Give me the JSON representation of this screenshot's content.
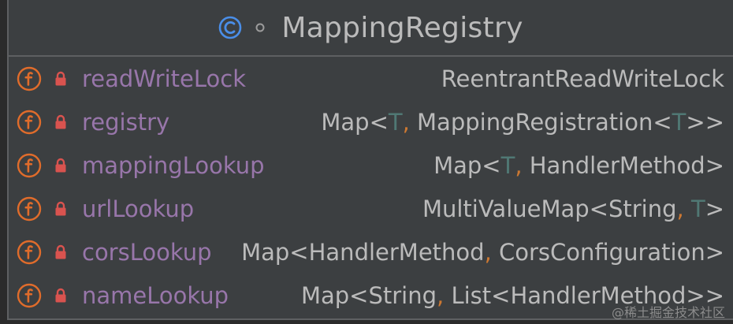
{
  "class_box": {
    "title": "MappingRegistry",
    "class_icon": "class-c-icon",
    "visibility_icon": "package-private-dot-icon"
  },
  "fields": [
    {
      "name": "readWriteLock",
      "icon": "field-f-icon",
      "access_icon": "private-lock-icon",
      "type_text": "ReentrantReadWriteLock",
      "type_tokens": [
        {
          "t": "ReentrantReadWriteLock",
          "k": "n"
        }
      ]
    },
    {
      "name": "registry",
      "icon": "field-f-icon",
      "access_icon": "private-lock-icon",
      "type_text": "Map<T, MappingRegistration<T>>",
      "type_tokens": [
        {
          "t": "Map<",
          "k": "n"
        },
        {
          "t": "T",
          "k": "tp"
        },
        {
          "t": ",",
          "k": "cm"
        },
        {
          "t": " MappingRegistration<",
          "k": "n"
        },
        {
          "t": "T",
          "k": "tp"
        },
        {
          "t": ">>",
          "k": "n"
        }
      ]
    },
    {
      "name": "mappingLookup",
      "icon": "field-f-icon",
      "access_icon": "private-lock-icon",
      "type_text": "Map<T, HandlerMethod>",
      "type_tokens": [
        {
          "t": "Map<",
          "k": "n"
        },
        {
          "t": "T",
          "k": "tp"
        },
        {
          "t": ",",
          "k": "cm"
        },
        {
          "t": " HandlerMethod>",
          "k": "n"
        }
      ]
    },
    {
      "name": "urlLookup",
      "icon": "field-f-icon",
      "access_icon": "private-lock-icon",
      "type_text": "MultiValueMap<String, T>",
      "type_tokens": [
        {
          "t": "MultiValueMap<String",
          "k": "n"
        },
        {
          "t": ",",
          "k": "cm"
        },
        {
          "t": " ",
          "k": "n"
        },
        {
          "t": "T",
          "k": "tp"
        },
        {
          "t": ">",
          "k": "n"
        }
      ]
    },
    {
      "name": "corsLookup",
      "icon": "field-f-icon",
      "access_icon": "private-lock-icon",
      "type_text": "Map<HandlerMethod, CorsConfiguration>",
      "type_tokens": [
        {
          "t": "Map<HandlerMethod",
          "k": "n"
        },
        {
          "t": ",",
          "k": "cm"
        },
        {
          "t": " CorsConfiguration>",
          "k": "n"
        }
      ]
    },
    {
      "name": "nameLookup",
      "icon": "field-f-icon",
      "access_icon": "private-lock-icon",
      "type_text": "Map<String, List<HandlerMethod>>",
      "type_tokens": [
        {
          "t": "Map<String",
          "k": "n"
        },
        {
          "t": ",",
          "k": "cm"
        },
        {
          "t": " List<HandlerMethod>>",
          "k": "n"
        }
      ]
    }
  ],
  "watermark": "@稀土掘金技术社区",
  "colors": {
    "background": "#3c3f41",
    "border": "#5e6062",
    "field_name": "#9876aa",
    "type_text": "#bbbbbb",
    "type_param": "#507874",
    "comma": "#cc7832",
    "field_icon": "#e06c2b",
    "class_icon": "#4a8ee8"
  }
}
